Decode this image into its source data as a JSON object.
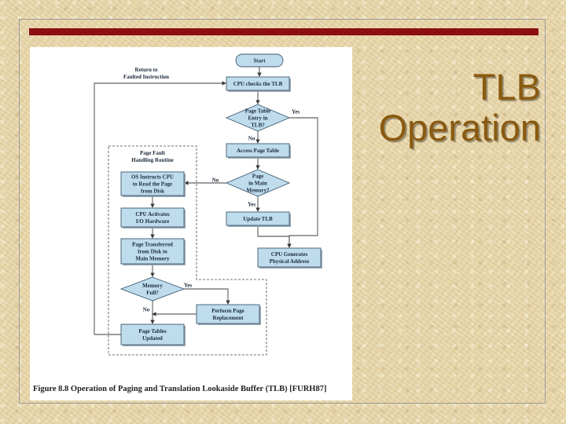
{
  "slide": {
    "title": "TLB\nOperation"
  },
  "figure": {
    "caption": "Figure 8.8   Operation of Paging and Translation Lookaside Buffer (TLB) [FURH87]",
    "colors": {
      "box_fill": "#bfdcec",
      "box_stroke": "#3c5a70",
      "arrow": "#3a3a3a"
    }
  },
  "diagram": {
    "nodes": {
      "start": [
        "Start"
      ],
      "cpu_checks_tlb": [
        "CPU checks the TLB"
      ],
      "pte_in_tlb": [
        "Page Table",
        "Entry in",
        "TLB?"
      ],
      "access_page_table": [
        "Access Page Table"
      ],
      "page_in_memory": [
        "Page",
        "in Main",
        "Memory?"
      ],
      "update_tlb": [
        "Update TLB"
      ],
      "cpu_generates_address": [
        "CPU Generates",
        "Physical Address"
      ],
      "os_instructs_cpu": [
        "OS Instructs CPU",
        "to Read the Page",
        "from Disk"
      ],
      "cpu_activates_io": [
        "CPU Activates",
        "I/O Hardware"
      ],
      "page_transferred": [
        "Page Transferred",
        "from Disk to",
        "Main Memory"
      ],
      "memory_full": [
        "Memory",
        "Full?"
      ],
      "perform_replacement": [
        "Perform Page",
        "Replacement"
      ],
      "page_tables_updated": [
        "Page Tables",
        "Updated"
      ]
    },
    "labels": {
      "return_to_fault": [
        "Return to",
        "Faulted Instruction"
      ],
      "fault_routine": [
        "Page Fault",
        "Handling Routine"
      ],
      "yes": "Yes",
      "no": "No"
    }
  }
}
